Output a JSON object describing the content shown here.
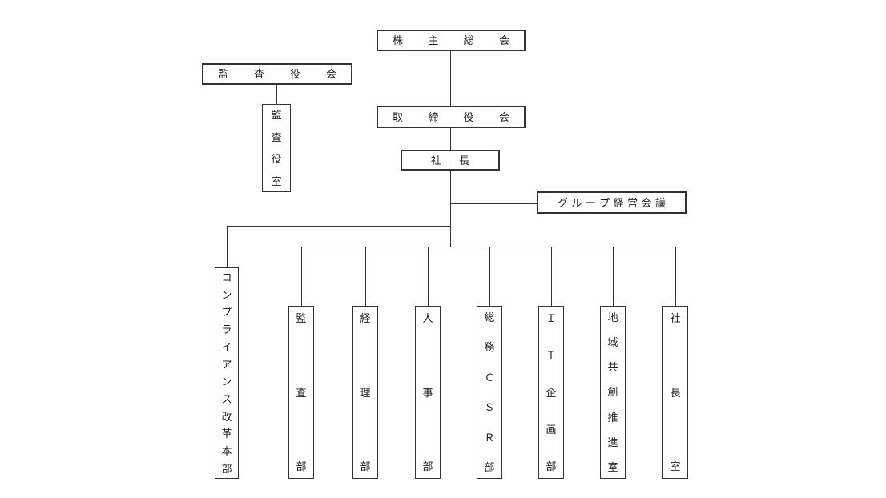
{
  "nodes": {
    "shareholders": {
      "label": "株主総会"
    },
    "audit_board": {
      "label": "監査役会"
    },
    "audit_office": {
      "label": "監査役室"
    },
    "board_of_directors": {
      "label": "取締役会"
    },
    "president": {
      "label": "社長"
    },
    "group_management_meeting": {
      "label": "グループ経営会議"
    },
    "departments": [
      {
        "label": "コンプライアンス改革本部"
      },
      {
        "label": "監査部"
      },
      {
        "label": "経理部"
      },
      {
        "label": "人事部"
      },
      {
        "label": "総務ＣＳＲ部"
      },
      {
        "label": "ＩＴ企画部"
      },
      {
        "label": "地域共創推進室"
      },
      {
        "label": "社長室"
      }
    ]
  },
  "colors": {
    "background": "#ffffff",
    "box_border": "#333333",
    "connector": "#333333",
    "text": "#222222"
  }
}
